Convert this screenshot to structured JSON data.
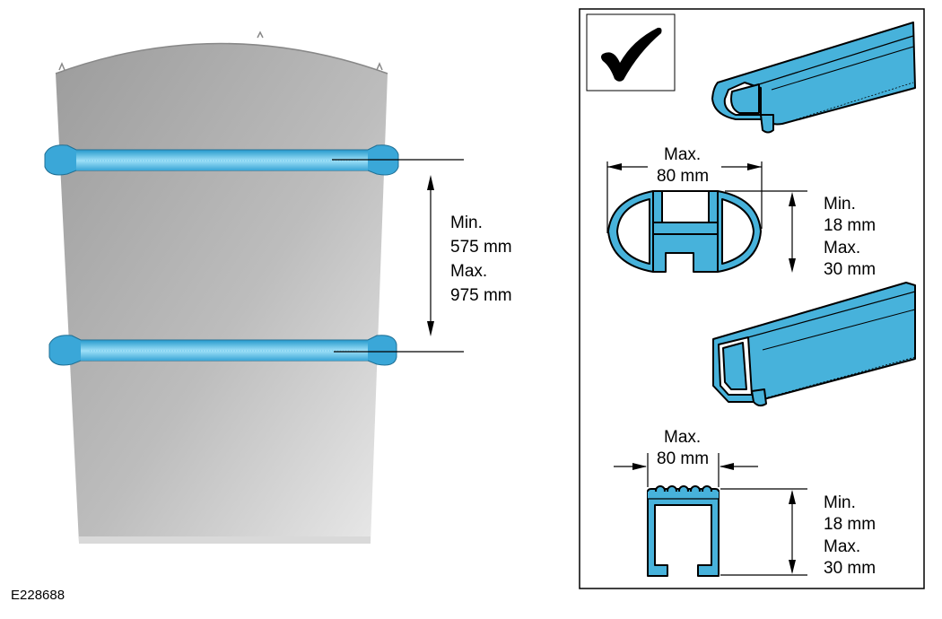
{
  "figure_id": "E228688",
  "spacing": {
    "min_label": "Min.",
    "min_value": "575 mm",
    "max_label": "Max.",
    "max_value": "975 mm"
  },
  "aero_bar": {
    "width_max_label": "Max.",
    "width_max_value": "80 mm",
    "height_min_label": "Min.",
    "height_min_value": "18 mm",
    "height_max_label": "Max.",
    "height_max_value": "30 mm"
  },
  "square_bar": {
    "width_max_label": "Max.",
    "width_max_value": "80 mm",
    "height_min_label": "Min.",
    "height_min_value": "18 mm",
    "height_max_label": "Max.",
    "height_max_value": "30 mm"
  },
  "icons": {
    "approval": "check-mark-icon"
  },
  "colors": {
    "bar_blue": "#47b2db",
    "roof_gray": "#b5b5b5"
  }
}
